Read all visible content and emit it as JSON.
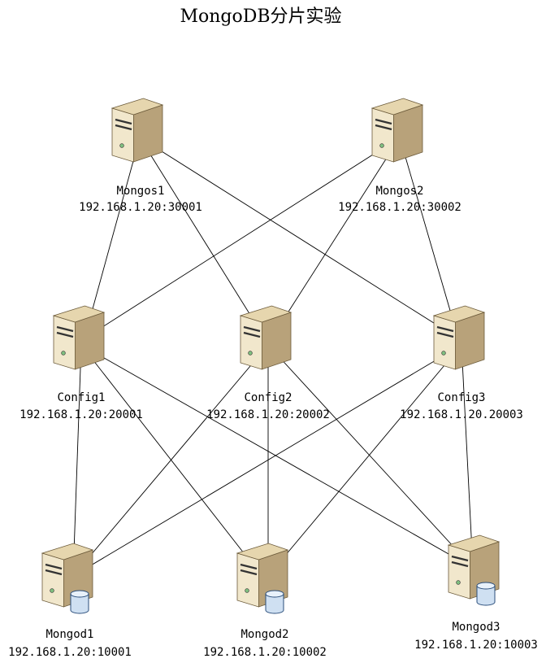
{
  "title": "MongoDB分片实验",
  "colors": {
    "server_front": "#f1e7cc",
    "server_side": "#b8a27a",
    "server_top": "#e6d6ae",
    "line": "#000000",
    "db_fill": "#cfe0f2"
  },
  "nodes": {
    "mongos1": {
      "name": "Mongos1",
      "address": "192.168.1.20:30001",
      "icon": "server-icon"
    },
    "mongos2": {
      "name": "Mongos2",
      "address": "192.168.1.20:30002",
      "icon": "server-icon"
    },
    "config1": {
      "name": "Config1",
      "address": "192.168.1.20:20001",
      "icon": "server-icon"
    },
    "config2": {
      "name": "Config2",
      "address": "192.168.1.20:20002",
      "icon": "server-icon"
    },
    "config3": {
      "name": "Config3",
      "address": "192.168.1.20.20003",
      "icon": "server-icon"
    },
    "mongod1": {
      "name": "Mongod1",
      "address": "192.168.1.20:10001",
      "icon": "database-server-icon"
    },
    "mongod2": {
      "name": "Mongod2",
      "address": "192.168.1.20:10002",
      "icon": "database-server-icon"
    },
    "mongod3": {
      "name": "Mongod3",
      "address": "192.168.1.20:10003",
      "icon": "database-server-icon"
    }
  },
  "edges": [
    {
      "from": "mongos1",
      "to": "config1"
    },
    {
      "from": "mongos1",
      "to": "config2"
    },
    {
      "from": "mongos1",
      "to": "config3"
    },
    {
      "from": "mongos2",
      "to": "config1"
    },
    {
      "from": "mongos2",
      "to": "config2"
    },
    {
      "from": "mongos2",
      "to": "config3"
    },
    {
      "from": "config1",
      "to": "mongod1"
    },
    {
      "from": "config1",
      "to": "mongod2"
    },
    {
      "from": "config1",
      "to": "mongod3"
    },
    {
      "from": "config2",
      "to": "mongod1"
    },
    {
      "from": "config2",
      "to": "mongod2"
    },
    {
      "from": "config2",
      "to": "mongod3"
    },
    {
      "from": "config3",
      "to": "mongod1"
    },
    {
      "from": "config3",
      "to": "mongod2"
    },
    {
      "from": "config3",
      "to": "mongod3"
    }
  ]
}
